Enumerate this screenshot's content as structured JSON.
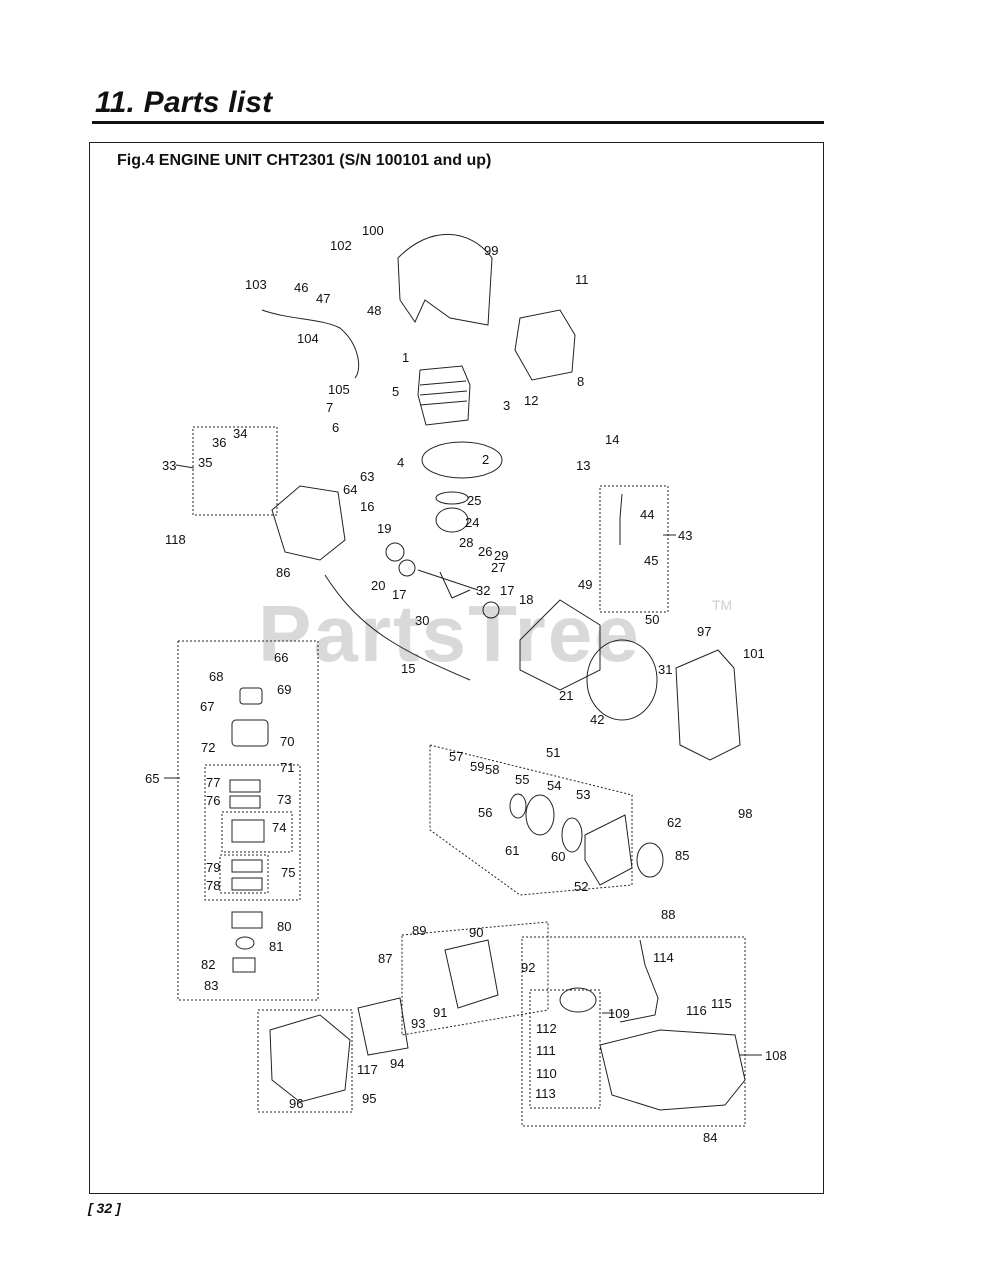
{
  "section_title": "11. Parts list",
  "figure_caption": "Fig.4 ENGINE UNIT CHT2301  (S/N 100101 and up)",
  "page_number": "[ 32 ]",
  "watermark": {
    "text": "PartsTree",
    "tm": "TM"
  },
  "part_labels": {
    "p1": "1",
    "p2": "2",
    "p3": "3",
    "p4": "4",
    "p5": "5",
    "p6": "6",
    "p7": "7",
    "p8": "8",
    "p11": "11",
    "p12": "12",
    "p13": "13",
    "p14": "14",
    "p15": "15",
    "p16": "16",
    "p17a": "17",
    "p17b": "17",
    "p18": "18",
    "p19": "19",
    "p20": "20",
    "p21": "21",
    "p24": "24",
    "p25": "25",
    "p26": "26",
    "p27": "27",
    "p28": "28",
    "p29": "29",
    "p30": "30",
    "p31": "31",
    "p32": "32",
    "p33": "33",
    "p34": "34",
    "p35": "35",
    "p36": "36",
    "p42": "42",
    "p43": "43",
    "p44": "44",
    "p45": "45",
    "p46": "46",
    "p47": "47",
    "p48": "48",
    "p49": "49",
    "p50": "50",
    "p51": "51",
    "p52": "52",
    "p53": "53",
    "p54": "54",
    "p55": "55",
    "p56": "56",
    "p57": "57",
    "p58": "58",
    "p59": "59",
    "p60": "60",
    "p61": "61",
    "p62": "62",
    "p63": "63",
    "p64": "64",
    "p65": "65",
    "p66": "66",
    "p67": "67",
    "p68": "68",
    "p69": "69",
    "p70": "70",
    "p71": "71",
    "p72": "72",
    "p73": "73",
    "p74": "74",
    "p75": "75",
    "p76": "76",
    "p77": "77",
    "p78": "78",
    "p79": "79",
    "p80": "80",
    "p81": "81",
    "p82": "82",
    "p83": "83",
    "p84": "84",
    "p85": "85",
    "p86": "86",
    "p87": "87",
    "p88": "88",
    "p89": "89",
    "p90": "90",
    "p91": "91",
    "p92": "92",
    "p93": "93",
    "p94": "94",
    "p95": "95",
    "p96": "96",
    "p97": "97",
    "p98": "98",
    "p99": "99",
    "p100": "100",
    "p101": "101",
    "p102": "102",
    "p103": "103",
    "p104": "104",
    "p105": "105",
    "p108": "108",
    "p109": "109",
    "p110": "110",
    "p111": "111",
    "p112": "112",
    "p113": "113",
    "p114": "114",
    "p115": "115",
    "p116": "116",
    "p117": "117",
    "p118": "118"
  }
}
